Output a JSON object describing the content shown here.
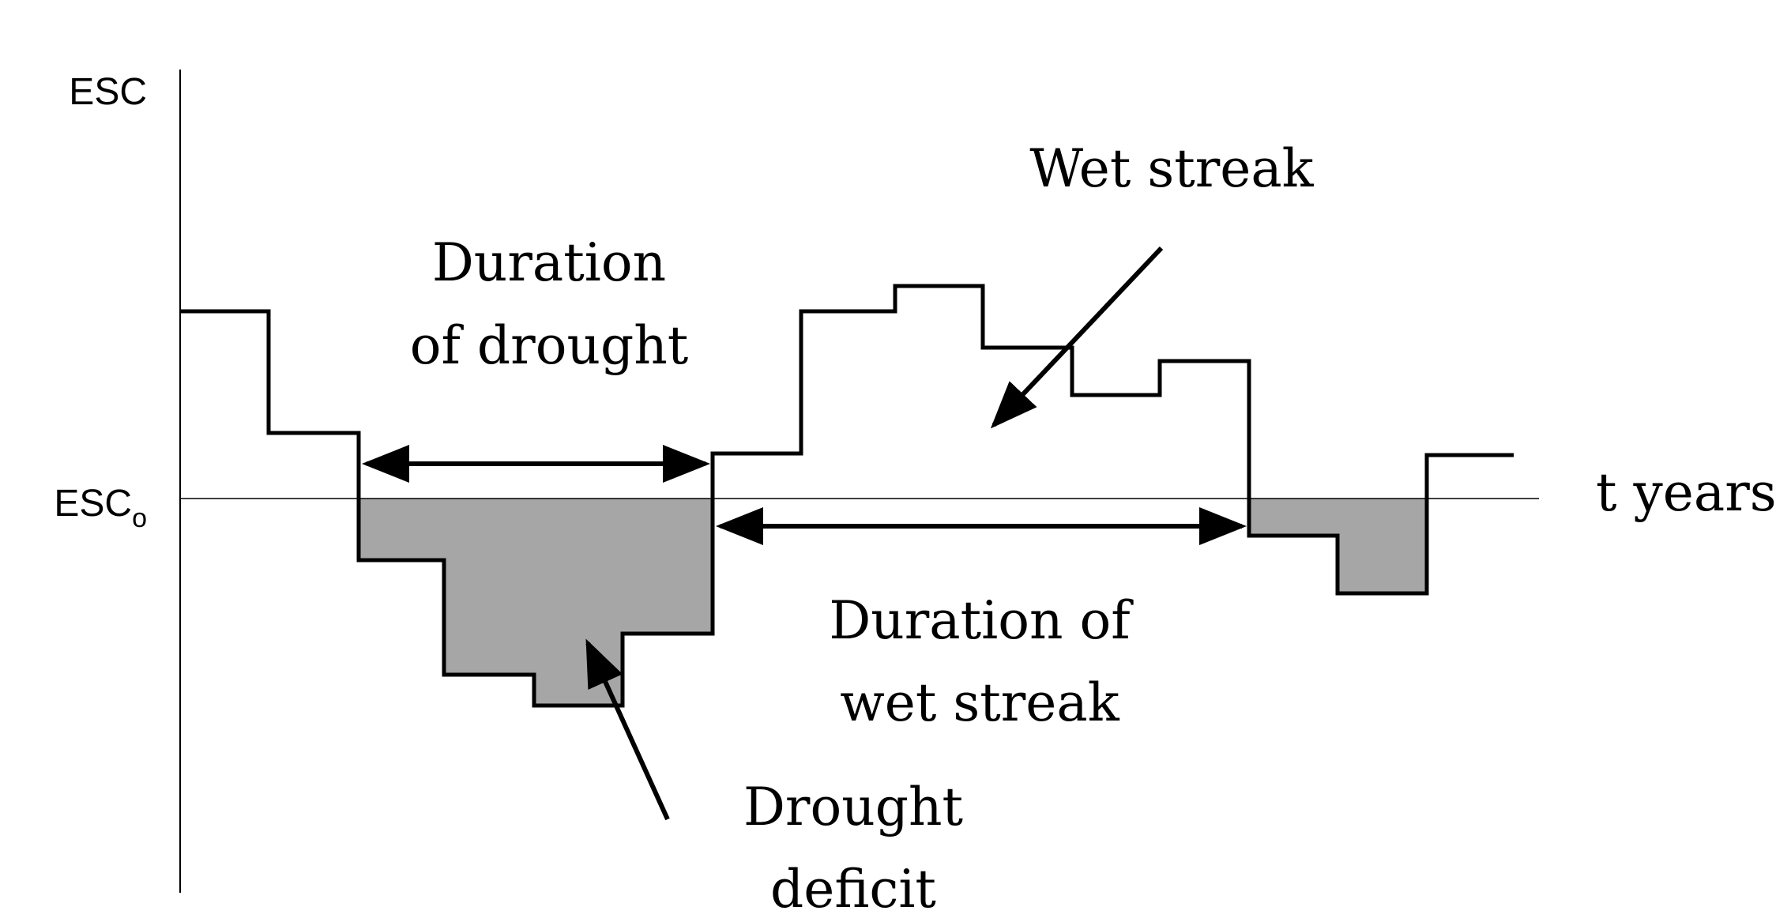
{
  "axes": {
    "y_label": "ESC",
    "threshold_label_main": "ESC",
    "threshold_label_sub": "o",
    "x_label": "t years"
  },
  "annotations": {
    "wet_streak": "Wet streak",
    "duration_of_drought_line1": "Duration",
    "duration_of_drought_line2": "of drought",
    "duration_of_wet_streak_line1": "Duration of",
    "duration_of_wet_streak_line2": "wet streak",
    "drought_deficit_line1": "Drought",
    "drought_deficit_line2": "deficit"
  },
  "colors": {
    "line": "#000000",
    "deficit_fill": "#a6a6a6",
    "background": "#ffffff"
  }
}
